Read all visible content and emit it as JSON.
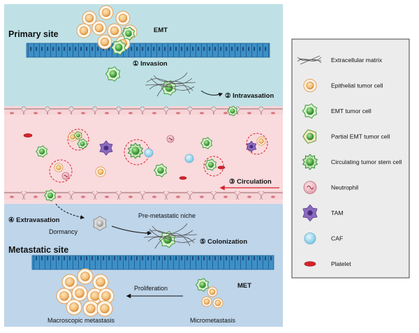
{
  "diagram": {
    "primary_site": "Primary site",
    "metastatic_site": "Metastatic site",
    "emt": "EMT",
    "met": "MET",
    "steps": {
      "invasion": "① Invasion",
      "intravasation": "② Intravasation",
      "circulation": "③ Circulation",
      "extravasation": "④ Extravasation",
      "colonization": "⑤ Colonization"
    },
    "dormancy": "Dormancy",
    "pre_metastatic_niche": "Pre-metastatic niche",
    "proliferation": "Proliferation",
    "macroscopic_metastasis": "Macroscopic metastasis",
    "micrometastasis": "Micrometastasis"
  },
  "legend": {
    "items": [
      {
        "icon": "extracellular-matrix-icon",
        "label": "Extracellular matrix"
      },
      {
        "icon": "epithelial-tumor-cell-icon",
        "label": "Epithelial tumor cell",
        "color": "#e8963a"
      },
      {
        "icon": "emt-tumor-cell-icon",
        "label": "EMT tumor cell",
        "color": "#3f9a3a"
      },
      {
        "icon": "partial-emt-tumor-cell-icon",
        "label": "Partial EMT tumor cell",
        "color": "#6aa83a"
      },
      {
        "icon": "circulating-tumor-stem-cell-icon",
        "label": "Circulating tumor stem cell",
        "color": "#2f8a34"
      },
      {
        "icon": "neutrophil-icon",
        "label": "Neutrophil",
        "color": "#d9828f"
      },
      {
        "icon": "tam-icon",
        "label": "TAM",
        "color": "#7a55a8"
      },
      {
        "icon": "caf-icon",
        "label": "CAF",
        "color": "#8fd0ea"
      },
      {
        "icon": "platelet-icon",
        "label": "Platelet",
        "color": "#d8232a"
      }
    ]
  },
  "colors": {
    "primary_bg": "#bfe1e6",
    "vessel_bg": "#f9dadd",
    "metastatic_bg": "#bed5ea",
    "epithelium": "#3d8fc6",
    "arrow_red": "#d8232a"
  }
}
